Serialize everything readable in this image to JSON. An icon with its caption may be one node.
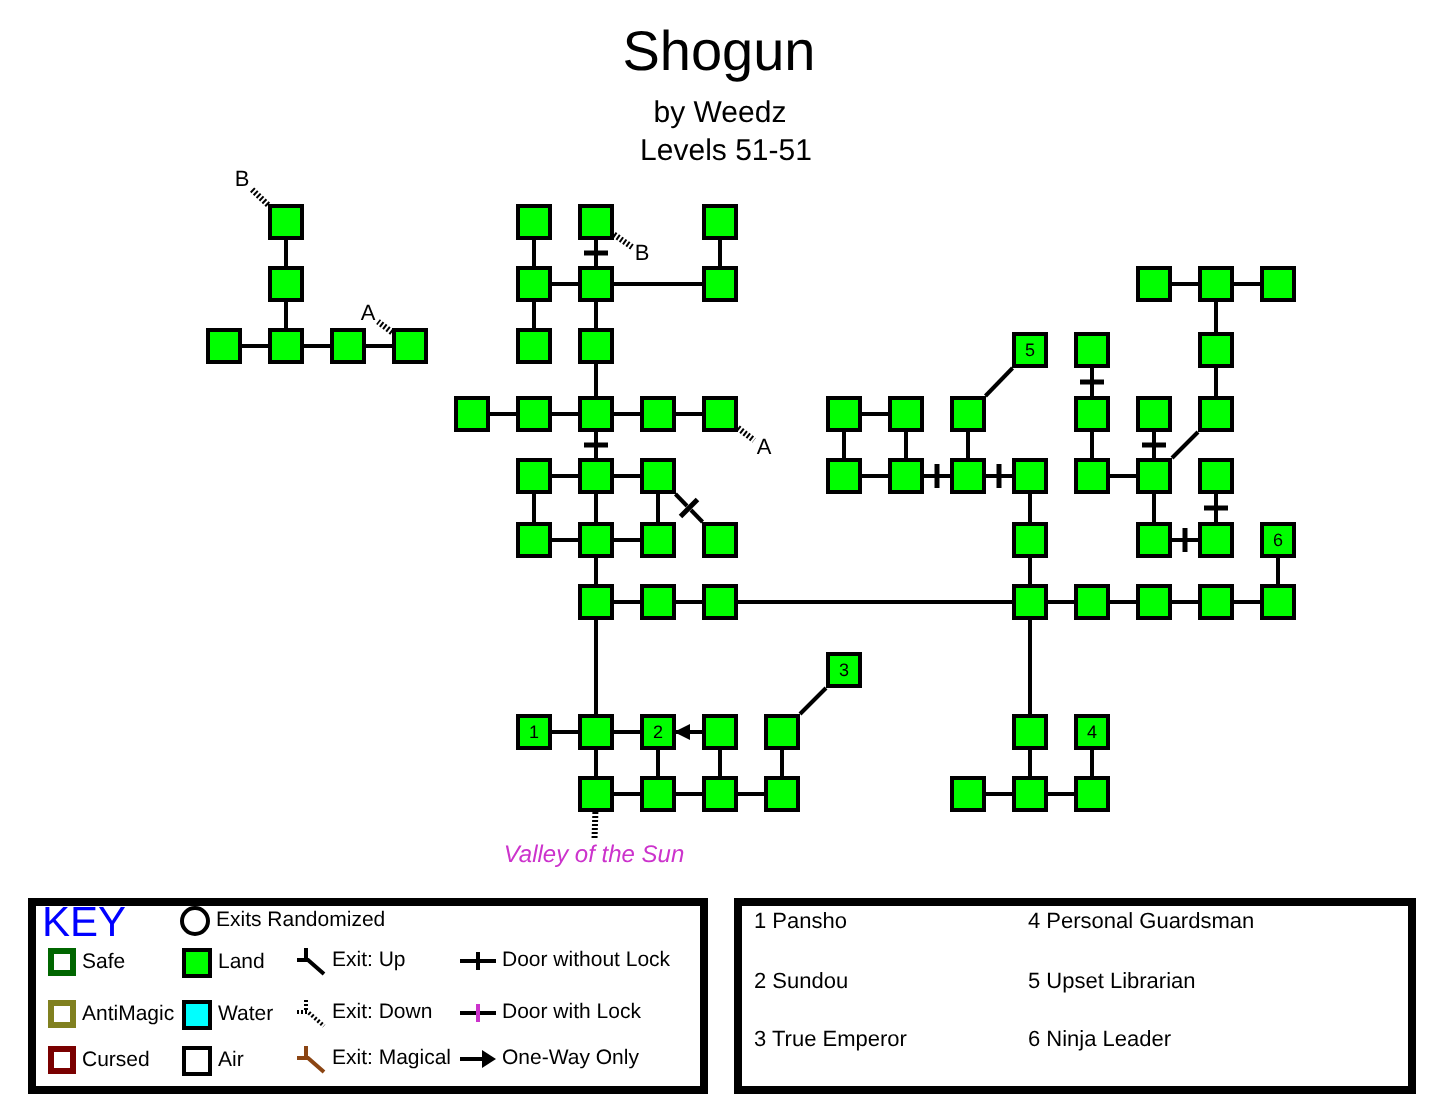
{
  "diagram": {
    "title": "Shogun",
    "nodes": [
      {
        "text": [
          "B"
        ]
      },
      {
        "text": [],
        "shape": "box"
      },
      {
        "text": [],
        "shape": "box"
      },
      {
        "text": [],
        "shape": "box"
      },
      {
        "text": [],
        "shape": "box"
      },
      {
        "text": [
          "B"
        ]
      },
      {
        "text": [],
        "shape": "box"
      },
      {
        "text": [],
        "shape": "box"
      },
      {
        "text": [],
        "shape": "box"
      },
      {
        "text": [],
        "shape": "box"
      },
      {
        "text": [],
        "shape": "box"
      },
      {
        "text": [],
        "shape": "box"
      },
      {
        "text": [],
        "shape": "box"
      },
      {
        "text": [
          "A"
        ]
      },
      {
        "text": [],
        "shape": "box"
      },
      {
        "text": [],
        "shape": "box"
      },
      {
        "text": [],
        "shape": "box"
      },
      {
        "text": [],
        "shape": "box"
      },
      {
        "text": [],
        "shape": "box"
      },
      {
        "text": [],
        "shape": "box"
      },
      {
        "text": [
          "5"
        ]
      },
      {
        "text": [],
        "shape": "box"
      },
      {
        "text": [],
        "shape": "box"
      },
      {
        "text": [],
        "shape": "box"
      },
      {
        "text": [],
        "shape": "box"
      },
      {
        "text": [],
        "shape": "box"
      },
      {
        "text": [],
        "shape": "box"
      },
      {
        "text": [],
        "shape": "box"
      },
      {
        "text": [],
        "shape": "box"
      },
      {
        "text": [],
        "shape": "box"
      },
      {
        "text": [],
        "shape": "box"
      },
      {
        "text": [],
        "shape": "box"
      },
      {
        "text": [],
        "shape": "box"
      },
      {
        "text": [],
        "shape": "box"
      },
      {
        "text": [
          "A"
        ]
      },
      {
        "text": [],
        "shape": "box"
      },
      {
        "text": [],
        "shape": "box"
      },
      {
        "text": [],
        "shape": "box"
      },
      {
        "text": [],
        "shape": "box"
      },
      {
        "text": [],
        "shape": "box"
      },
      {
        "text": [],
        "shape": "box"
      },
      {
        "text": [],
        "shape": "box"
      },
      {
        "text": [],
        "shape": "box"
      },
      {
        "text": [],
        "shape": "box"
      },
      {
        "text": [],
        "shape": "box"
      },
      {
        "text": [],
        "shape": "box"
      },
      {
        "text": [],
        "shape": "box"
      },
      {
        "text": [],
        "shape": "box"
      },
      {
        "text": [],
        "shape": "box"
      },
      {
        "text": [],
        "shape": "box"
      },
      {
        "text": [],
        "shape": "box"
      },
      {
        "text": [],
        "shape": "box"
      },
      {
        "text": [
          "6"
        ]
      },
      {
        "text": [],
        "shape": "box"
      },
      {
        "text": [],
        "shape": "box"
      },
      {
        "text": [],
        "shape": "box"
      },
      {
        "text": [],
        "shape": "box"
      },
      {
        "text": [],
        "shape": "box"
      },
      {
        "text": [],
        "shape": "box"
      },
      {
        "text": [],
        "shape": "box"
      },
      {
        "text": [],
        "shape": "box"
      },
      {
        "text": [
          "3"
        ]
      },
      {
        "text": [
          "1"
        ]
      },
      {
        "text": [],
        "shape": "box"
      },
      {
        "text": [
          "2"
        ]
      },
      {
        "text": [],
        "shape": "box"
      },
      {
        "text": [],
        "shape": "box"
      },
      {
        "text": [],
        "shape": "box"
      },
      {
        "text": [
          "4"
        ]
      },
      {
        "text": [],
        "shape": "box"
      },
      {
        "text": [],
        "shape": "box"
      },
      {
        "text": [],
        "shape": "box"
      },
      {
        "text": [],
        "shape": "box"
      },
      {
        "text": [],
        "shape": "box"
      },
      {
        "text": [],
        "shape": "box"
      },
      {
        "text": [],
        "shape": "box"
      },
      {
        "text": [
          "Valley of the Sun"
        ]
      },
      {
        "text": [],
        "shape": "bar"
      },
      {
        "text": [],
        "shape": "bar"
      },
      {
        "text": [],
        "shape": "bar"
      },
      {
        "text": [],
        "shape": "bar"
      },
      {
        "text": [],
        "shape": "bar"
      },
      {
        "text": [],
        "shape": "bar"
      },
      {
        "text": [],
        "shape": "bar"
      },
      {
        "text": [],
        "shape": "bar"
      },
      {
        "text": [],
        "shape": "bar"
      }
    ],
    "edges": [
      {
        "from": 1,
        "to": 0,
        "arrow": "none",
        "style": "dashed"
      },
      {
        "from": 1,
        "to": 6,
        "arrow": "none"
      },
      {
        "from": 6,
        "to": 15,
        "arrow": "none"
      },
      {
        "from": 14,
        "to": 15,
        "arrow": "none"
      },
      {
        "from": 15,
        "to": 16,
        "arrow": "none"
      },
      {
        "from": 16,
        "to": 17,
        "arrow": "none"
      },
      {
        "from": 17,
        "to": 13,
        "arrow": "none",
        "style": "dashed"
      },
      {
        "from": 2,
        "to": 7,
        "arrow": "none"
      },
      {
        "from": 3,
        "to": 77,
        "arrow": "none"
      },
      {
        "from": 77,
        "to": 8,
        "arrow": "none"
      },
      {
        "from": 3,
        "to": 5,
        "arrow": "none",
        "style": "dashed"
      },
      {
        "from": 7,
        "to": 8,
        "arrow": "none"
      },
      {
        "from": 8,
        "to": 9,
        "arrow": "none"
      },
      {
        "from": 4,
        "to": 9,
        "arrow": "none"
      },
      {
        "from": 7,
        "to": 18,
        "arrow": "none"
      },
      {
        "from": 8,
        "to": 19,
        "arrow": "none"
      },
      {
        "from": 19,
        "to": 25,
        "arrow": "none"
      },
      {
        "from": 23,
        "to": 24,
        "arrow": "none"
      },
      {
        "from": 24,
        "to": 25,
        "arrow": "none"
      },
      {
        "from": 25,
        "to": 26,
        "arrow": "none"
      },
      {
        "from": 26,
        "to": 27,
        "arrow": "none"
      },
      {
        "from": 27,
        "to": 34,
        "arrow": "none",
        "style": "dashed"
      },
      {
        "from": 25,
        "to": 78,
        "arrow": "none"
      },
      {
        "from": 78,
        "to": 36,
        "arrow": "none"
      },
      {
        "from": 35,
        "to": 36,
        "arrow": "none"
      },
      {
        "from": 36,
        "to": 37,
        "arrow": "none"
      },
      {
        "from": 35,
        "to": 45,
        "arrow": "none"
      },
      {
        "from": 36,
        "to": 46,
        "arrow": "none"
      },
      {
        "from": 37,
        "to": 47,
        "arrow": "none"
      },
      {
        "from": 37,
        "to": 79,
        "arrow": "none"
      },
      {
        "from": 79,
        "to": 48,
        "arrow": "none"
      },
      {
        "from": 45,
        "to": 46,
        "arrow": "none"
      },
      {
        "from": 46,
        "to": 47,
        "arrow": "none"
      },
      {
        "from": 46,
        "to": 53,
        "arrow": "none"
      },
      {
        "from": 53,
        "to": 54,
        "arrow": "none"
      },
      {
        "from": 54,
        "to": 55,
        "arrow": "none"
      },
      {
        "from": 55,
        "to": 56,
        "arrow": "none"
      },
      {
        "from": 53,
        "to": 63,
        "arrow": "none"
      },
      {
        "from": 62,
        "to": 63,
        "arrow": "none"
      },
      {
        "from": 63,
        "to": 64,
        "arrow": "none"
      },
      {
        "from": 65,
        "to": 64,
        "arrow": "to"
      },
      {
        "from": 64,
        "to": 70,
        "arrow": "none"
      },
      {
        "from": 65,
        "to": 71,
        "arrow": "none"
      },
      {
        "from": 63,
        "to": 69,
        "arrow": "none"
      },
      {
        "from": 69,
        "to": 70,
        "arrow": "none"
      },
      {
        "from": 70,
        "to": 71,
        "arrow": "none"
      },
      {
        "from": 71,
        "to": 72,
        "arrow": "none"
      },
      {
        "from": 66,
        "to": 72,
        "arrow": "none"
      },
      {
        "from": 66,
        "to": 61,
        "arrow": "none"
      },
      {
        "from": 69,
        "to": 76,
        "arrow": "none",
        "style": "dashed"
      },
      {
        "from": 10,
        "to": 11,
        "arrow": "none"
      },
      {
        "from": 11,
        "to": 12,
        "arrow": "none"
      },
      {
        "from": 11,
        "to": 22,
        "arrow": "none"
      },
      {
        "from": 22,
        "to": 33,
        "arrow": "none"
      },
      {
        "from": 33,
        "to": 43,
        "arrow": "none"
      },
      {
        "from": 20,
        "to": 30,
        "arrow": "none"
      },
      {
        "from": 21,
        "to": 80,
        "arrow": "none"
      },
      {
        "from": 80,
        "to": 31,
        "arrow": "none"
      },
      {
        "from": 31,
        "to": 42,
        "arrow": "none"
      },
      {
        "from": 42,
        "to": 43,
        "arrow": "none"
      },
      {
        "from": 32,
        "to": 81,
        "arrow": "none"
      },
      {
        "from": 81,
        "to": 43,
        "arrow": "none"
      },
      {
        "from": 28,
        "to": 29,
        "arrow": "none"
      },
      {
        "from": 28,
        "to": 38,
        "arrow": "none"
      },
      {
        "from": 29,
        "to": 39,
        "arrow": "none"
      },
      {
        "from": 38,
        "to": 39,
        "arrow": "none"
      },
      {
        "from": 39,
        "to": 82,
        "arrow": "none"
      },
      {
        "from": 82,
        "to": 40,
        "arrow": "none"
      },
      {
        "from": 30,
        "to": 40,
        "arrow": "none"
      },
      {
        "from": 40,
        "to": 83,
        "arrow": "none"
      },
      {
        "from": 83,
        "to": 41,
        "arrow": "none"
      },
      {
        "from": 41,
        "to": 49,
        "arrow": "none"
      },
      {
        "from": 49,
        "to": 56,
        "arrow": "none"
      },
      {
        "from": 43,
        "to": 50,
        "arrow": "none"
      },
      {
        "from": 50,
        "to": 84,
        "arrow": "none"
      },
      {
        "from": 84,
        "to": 51,
        "arrow": "none"
      },
      {
        "from": 44,
        "to": 85,
        "arrow": "none"
      },
      {
        "from": 85,
        "to": 51,
        "arrow": "none"
      },
      {
        "from": 52,
        "to": 60,
        "arrow": "none"
      },
      {
        "from": 56,
        "to": 57,
        "arrow": "none"
      },
      {
        "from": 57,
        "to": 58,
        "arrow": "none"
      },
      {
        "from": 58,
        "to": 59,
        "arrow": "none"
      },
      {
        "from": 59,
        "to": 60,
        "arrow": "none"
      },
      {
        "from": 56,
        "to": 67,
        "arrow": "none"
      },
      {
        "from": 67,
        "to": 74,
        "arrow": "none"
      },
      {
        "from": 73,
        "to": 74,
        "arrow": "none"
      },
      {
        "from": 74,
        "to": 75,
        "arrow": "none"
      },
      {
        "from": 68,
        "to": 75,
        "arrow": "none"
      }
    ],
    "labels": [
      "by Weedz",
      "Levels 51-51",
      "KEY",
      "1 Pansho",
      "4 Personal Guardsman",
      "2 Sundou",
      "5 Upset Librarian",
      "3 True Emperor",
      "6 Ninja Leader"
    ],
    "legend": [
      {
        "text": "Exits Randomized"
      },
      {
        "text": "Safe"
      },
      {
        "text": "Land",
        "color": "#00ff00"
      },
      {
        "text": "Exit: Up"
      },
      {
        "text": "Door without Lock"
      },
      {
        "text": "AntiMagic"
      },
      {
        "text": "Water",
        "color": "#00ffff"
      },
      {
        "text": "Exit: Down"
      },
      {
        "text": "Door with Lock"
      },
      {
        "text": "Cursed"
      },
      {
        "text": "Air",
        "color": "#ffffff"
      },
      {
        "text": "Exit: Magical"
      },
      {
        "text": "One-Way Only"
      }
    ]
  }
}
